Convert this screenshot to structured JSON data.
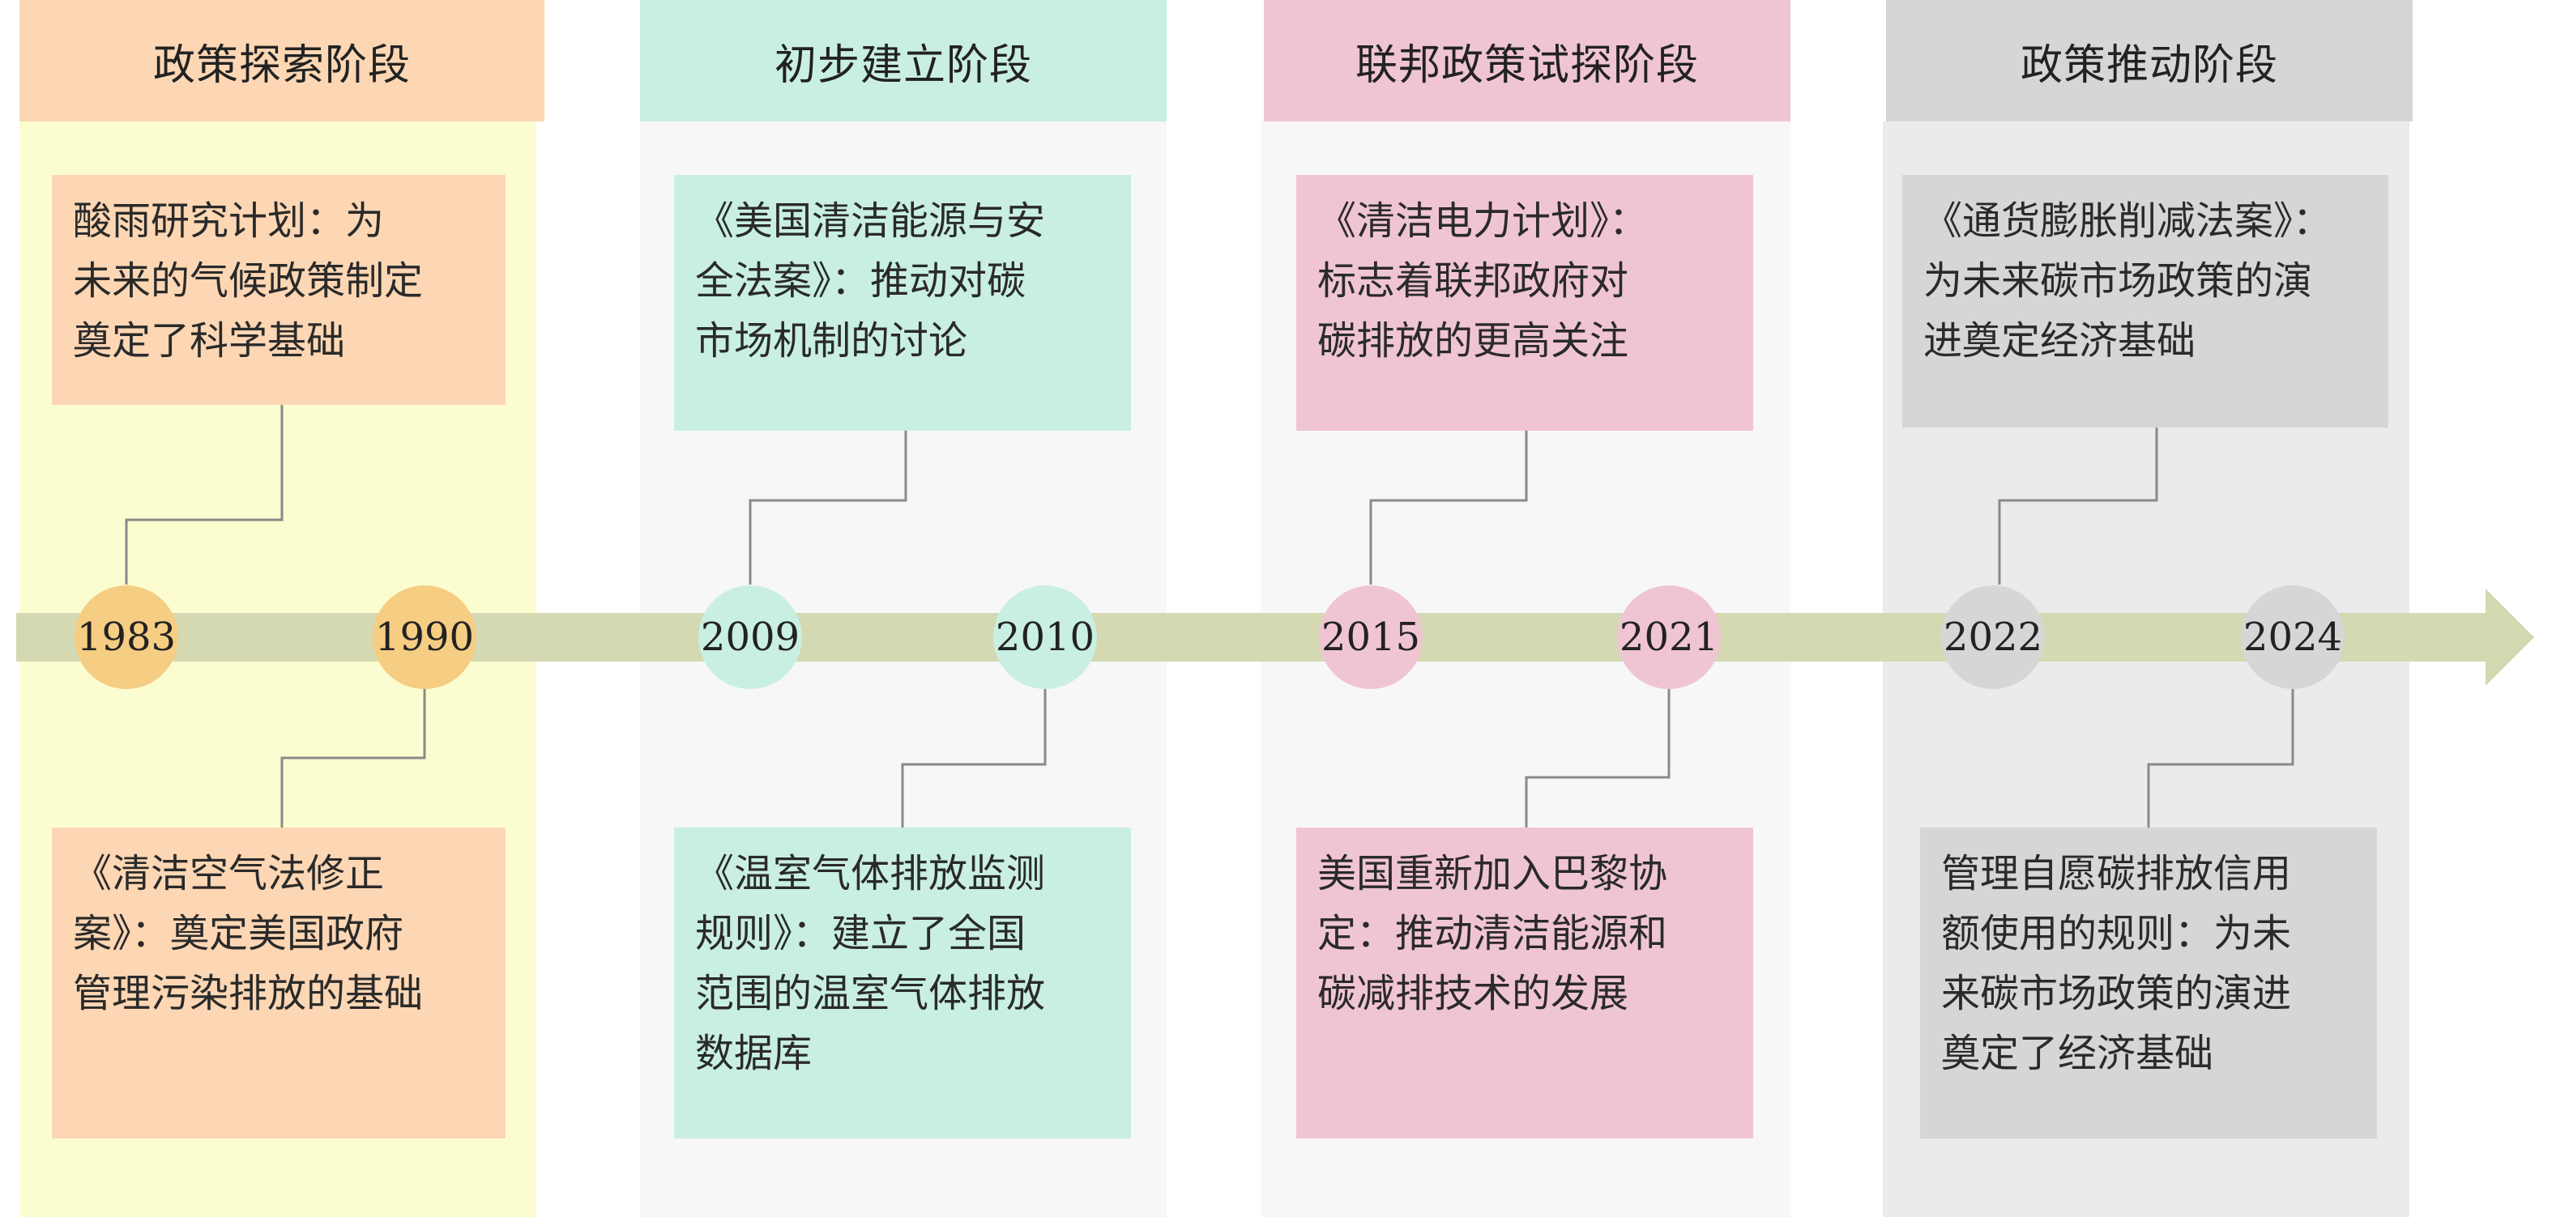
{
  "stages": [
    {
      "label": "政策探索阶段"
    },
    {
      "label": "初步建立阶段"
    },
    {
      "label": "联邦政策试探阶段"
    },
    {
      "label": "政策推动阶段"
    }
  ],
  "years": [
    "1983",
    "1990",
    "2009",
    "2010",
    "2015",
    "2021",
    "2022",
    "2024"
  ],
  "events": {
    "e1983": "酸雨研究计划：为\n未来的气候政策制定\n奠定了科学基础",
    "e1990": "《清洁空气法修正\n案》：奠定美国政府\n管理污染排放的基础",
    "e2009": "《美国清洁能源与安\n全法案》：推动对碳\n市场机制的讨论",
    "e2010": "《温室气体排放监测\n规则》：建立了全国\n范围的温室气体排放\n数据库",
    "e2015": "《清洁电力计划》：\n标志着联邦政府对\n碳排放的更高关注",
    "e2021": "美国重新加入巴黎协\n定：推动清洁能源和\n碳减排技术的发展",
    "e2022": "《通货膨胀削减法案》：\n为未来碳市场政策的演\n进奠定经济基础",
    "e2024": "管理自愿碳排放信用\n额使用的规则：为未\n来碳市场政策的演进\n奠定了经济基础"
  },
  "colors": {
    "timeline_arrow": "#d4d9b2",
    "connector": "#8a8a8a",
    "stage1": "#fdd7b4",
    "stage1_band": "#fbfdd0",
    "stage1_circle": "#f5cd83",
    "stage2": "#c9efe2",
    "stage3": "#f0c5d3",
    "stage4": "#d6d6d6"
  }
}
